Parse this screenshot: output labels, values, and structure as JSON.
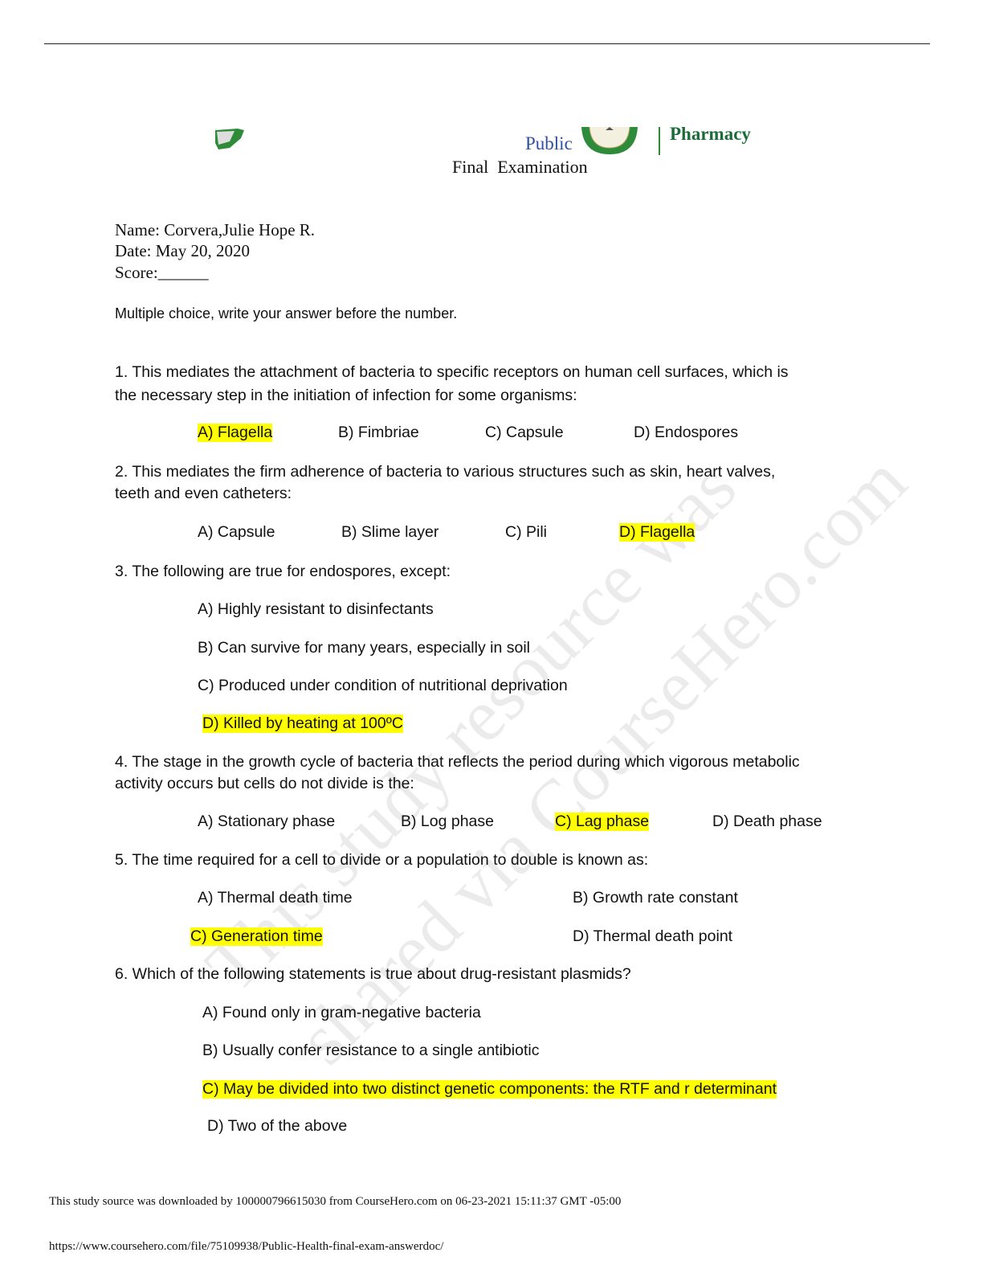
{
  "header": {
    "public_label": "Public",
    "pharmacy_label": "Pharmacy",
    "title": "Final  Examination"
  },
  "student": {
    "name": "Name: Corvera,Julie Hope R.",
    "date": "Date: May 20, 2020",
    "score": "Score:______"
  },
  "instructions": "Multiple choice, write your answer before the number.",
  "questions": [
    {
      "text1": "1.  This mediates the attachment of bacteria to specific receptors on human cell surfaces, which is",
      "text2": "the necessary step in the initiation of infection for some organisms:",
      "options": [
        "A) Flagella",
        "B) Fimbriae",
        "C) Capsule",
        "D) Endospores"
      ]
    },
    {
      "text1": "2.  This mediates the firm adherence of bacteria to various structures such as skin, heart valves,",
      "text2": "teeth and even catheters:",
      "options": [
        "A) Capsule",
        "B) Slime layer",
        "C) Pili",
        "D) Flagella"
      ]
    },
    {
      "text1": "3.  The following are true for endospores, except:",
      "options": [
        "A) Highly resistant to disinfectants",
        "B) Can survive for many years, especially in soil",
        "C) Produced under condition of nutritional deprivation",
        "D) Killed by heating at 100ºC"
      ]
    },
    {
      "text1": "4.  The stage in the growth cycle of bacteria that reflects the period during which vigorous metabolic",
      "text2": "activity occurs but cells do not divide is the:",
      "options": [
        "A) Stationary phase",
        "B) Log phase",
        "C) Lag phase",
        "D) Death phase"
      ]
    },
    {
      "text1": "5.  The time required for a cell to divide or a population to double is known as:",
      "options": [
        "A) Thermal death time",
        "B) Growth rate constant",
        "C) Generation time",
        "D) Thermal death point"
      ]
    },
    {
      "text1": "6.  Which of the following statements is true about drug-resistant plasmids?",
      "options": [
        "A) Found only in gram-negative bacteria",
        "B) Usually confer resistance to a single antibiotic",
        "C) May be divided into two distinct genetic components: the RTF and r determinant",
        "D) Two of the above"
      ]
    }
  ],
  "watermark": {
    "line1": "This study resource was",
    "line2": "shared via CourseHero.com"
  },
  "footer": {
    "download_note": "This study source was downloaded by 100000796615030 from CourseHero.com on 06-23-2021 15:11:37 GMT -05:00",
    "url": "https://www.coursehero.com/file/75109938/Public-Health-final-exam-answerdoc/"
  },
  "colors": {
    "highlight": "#ffff00",
    "public_blue": "#2f4f9f",
    "pharmacy_green": "#1e6b3a",
    "seal_green": "#2e8b3a"
  }
}
